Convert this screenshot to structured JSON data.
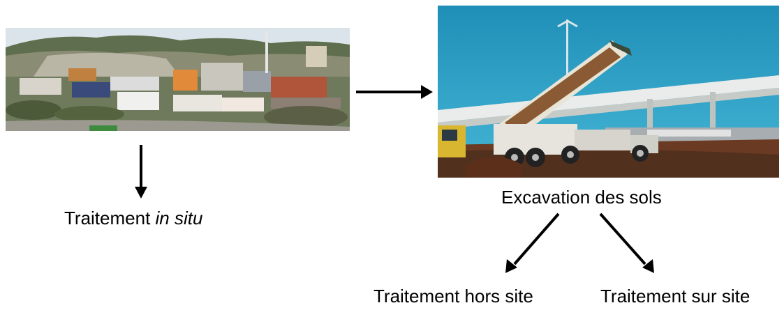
{
  "labels": {
    "in_situ_prefix": "Traitement ",
    "in_situ_italic": "in situ",
    "excavation": "Excavation des sols",
    "off_site": "Traitement hors site",
    "on_site": "Traitement sur site"
  },
  "colors": {
    "arrow": "#000000",
    "text": "#000000",
    "sky": "#2a9fc4"
  }
}
